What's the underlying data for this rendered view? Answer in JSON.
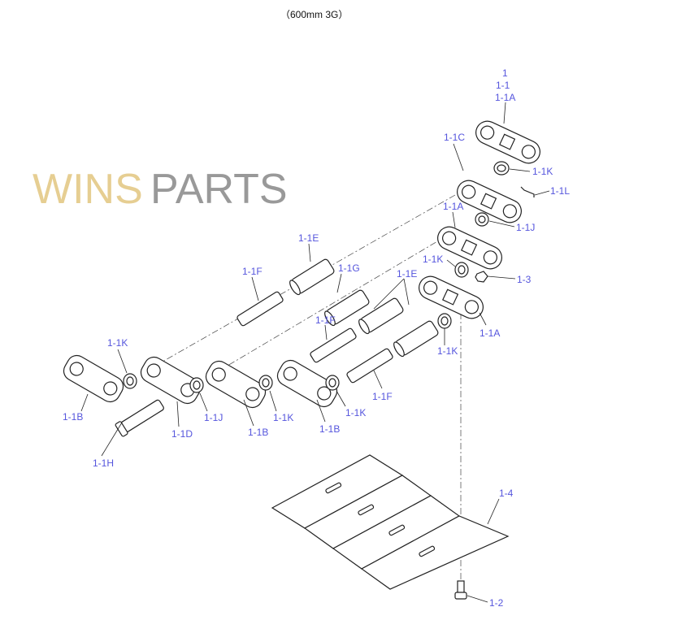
{
  "title": "（600mm 3G）",
  "watermark": {
    "part1": "WINS",
    "part2": "PARTS"
  },
  "labels": [
    "1",
    "1-1",
    "1-1A",
    "1-1C",
    "1-1K",
    "1-1L",
    "1-1A",
    "1-1J",
    "1-1E",
    "1-1F",
    "1-1G",
    "1-1E",
    "1-1K",
    "1-3",
    "1-1F",
    "1-1A",
    "1-1K",
    "1-1K",
    "1-1F",
    "1-1B",
    "1-1J",
    "1-1K",
    "1-1K",
    "1-1B",
    "1-1B",
    "1-1D",
    "1-1H",
    "1-4",
    "1-2"
  ]
}
